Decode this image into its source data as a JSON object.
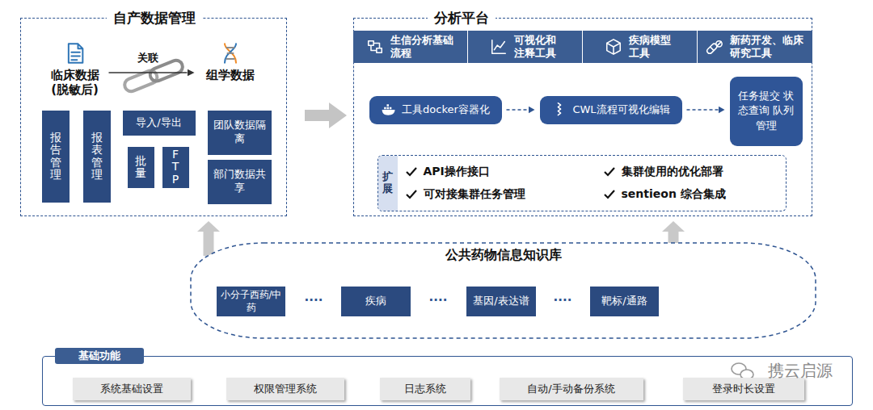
{
  "diagram": {
    "nodes": [
      {
        "text": [
          "自产数据管理"
        ]
      },
      {
        "text": [
          "临床数据 (脱敏后)"
        ],
        "in": 0
      },
      {
        "text": [
          "组学数据"
        ],
        "in": 0
      },
      {
        "text": [
          "报告管理"
        ],
        "in": 0
      },
      {
        "text": [
          "报表管理"
        ],
        "in": 0
      },
      {
        "text": [
          "导入/导出"
        ],
        "in": 0
      },
      {
        "text": [
          "批量"
        ],
        "in": 0
      },
      {
        "text": [
          "FTP"
        ],
        "in": 0
      },
      {
        "text": [
          "团队数据隔离"
        ],
        "in": 0
      },
      {
        "text": [
          "部门数据共享"
        ],
        "in": 0
      },
      {
        "text": [
          "分析平台"
        ]
      },
      {
        "text": [
          "生信分析基础流程"
        ],
        "in": 10
      },
      {
        "text": [
          "可视化和注释工具"
        ],
        "in": 10
      },
      {
        "text": [
          "疾病模型工具"
        ],
        "in": 10
      },
      {
        "text": [
          "新药开发、临床研究工具"
        ],
        "in": 10
      },
      {
        "text": [
          "工具docker容器化"
        ],
        "in": 10
      },
      {
        "text": [
          "CWL流程可视化编辑"
        ],
        "in": 10
      },
      {
        "text": [
          "任务提交 状态查询 队列管理"
        ],
        "in": 10
      },
      {
        "text": [
          "扩展",
          "API操作接口",
          "集群使用的优化部署",
          "可对接集群任务管理",
          "sentieon 综合集成"
        ],
        "in": 10
      },
      {
        "text": [
          "公共药物信息知识库"
        ]
      },
      {
        "text": [
          "小分子西药/中药"
        ],
        "in": 19
      },
      {
        "text": [
          "疾病"
        ],
        "in": 19
      },
      {
        "text": [
          "基因/表达谱"
        ],
        "in": 19
      },
      {
        "text": [
          "靶标/通路"
        ],
        "in": 19
      },
      {
        "text": [
          "基础功能"
        ]
      },
      {
        "text": [
          "系统基础设置"
        ],
        "in": 24
      },
      {
        "text": [
          "权限管理系统"
        ],
        "in": 24
      },
      {
        "text": [
          "日志系统"
        ],
        "in": 24
      },
      {
        "text": [
          "自动/手动备份系统"
        ],
        "in": 24
      },
      {
        "text": [
          "登录时长设置"
        ],
        "in": 24
      }
    ],
    "edges": [
      {
        "from": 1,
        "to": 2,
        "label": "关联",
        "arrow": "to"
      },
      {
        "from": 15,
        "to": 16,
        "arrow": "to"
      },
      {
        "from": 16,
        "to": 17,
        "arrow": "to"
      },
      {
        "from": 0,
        "to": 10,
        "arrow": "to"
      },
      {
        "from": 19,
        "to": 0,
        "arrow": "to"
      },
      {
        "from": 19,
        "to": 10,
        "arrow": "to"
      }
    ],
    "labels": [
      "····",
      "····",
      "····",
      "携云启源"
    ]
  }
}
